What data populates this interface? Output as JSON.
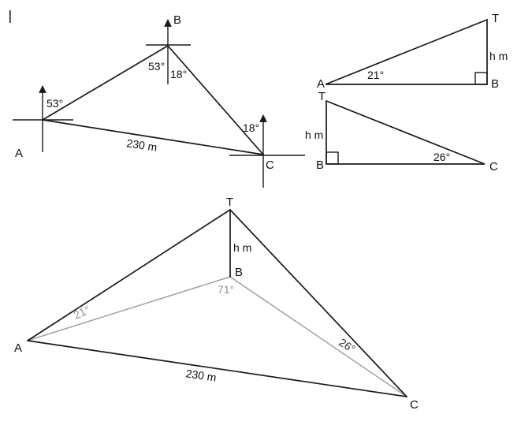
{
  "bearing_diagram": {
    "point_a": "A",
    "point_b": "B",
    "point_c": "C",
    "bearing_at_a": "53°",
    "angle_b_left": "53°",
    "angle_b_right": "18°",
    "bearing_at_c": "18°",
    "distance_ac": "230 m"
  },
  "right_triangle_abt": {
    "point_a": "A",
    "point_b": "B",
    "point_t": "T",
    "angle_at_a": "21°",
    "height_tb": "h m"
  },
  "right_triangle_tbc": {
    "point_t": "T",
    "point_b": "B",
    "point_c": "C",
    "angle_at_c": "26°",
    "height_tb": "h m"
  },
  "combined_diagram": {
    "point_a": "A",
    "point_b": "B",
    "point_c": "C",
    "point_t": "T",
    "angle_at_a": "21°",
    "angle_at_b": "71°",
    "angle_at_c": "26°",
    "height_tb": "h m",
    "distance_ac": "230 m"
  },
  "colors": {
    "line": "#1a1a1a",
    "gray_line": "#a0a0a0",
    "gray_text": "#909090",
    "dark_angle_text": "#333333",
    "background": "#ffffff"
  }
}
